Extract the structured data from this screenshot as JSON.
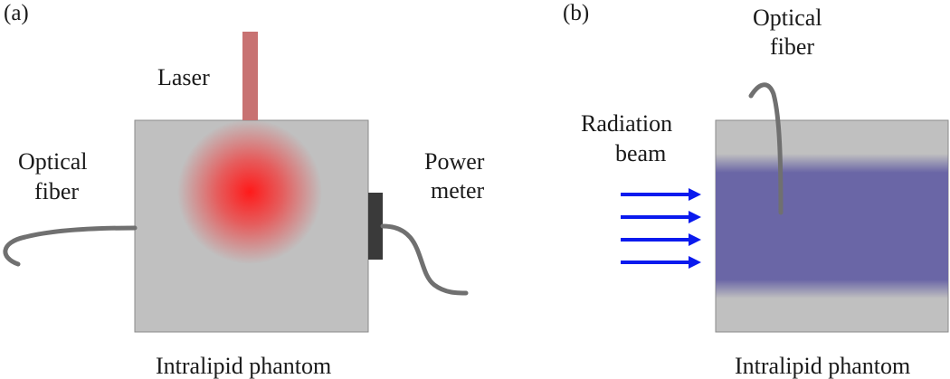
{
  "panel_a": {
    "label": "(a)",
    "laser_label": "Laser",
    "fiber_label_line1": "Optical",
    "fiber_label_line2": "fiber",
    "meter_label_line1": "Power",
    "meter_label_line2": "meter",
    "phantom_label": "Intralipid phantom"
  },
  "panel_b": {
    "label": "(b)",
    "fiber_label_line1": "Optical",
    "fiber_label_line2": "fiber",
    "beam_label_line1": "Radiation",
    "beam_label_line2": "beam",
    "phantom_label": "Intralipid phantom"
  },
  "colors": {
    "phantom_fill": "#c0c0c0",
    "phantom_stroke": "#8a8a8a",
    "laser": "#c87272",
    "spot": "#ff1a1a",
    "fiber": "#707070",
    "meter": "#3a3a3a",
    "beam_band": "#6a66a6",
    "arrow": "#0a1aee"
  }
}
